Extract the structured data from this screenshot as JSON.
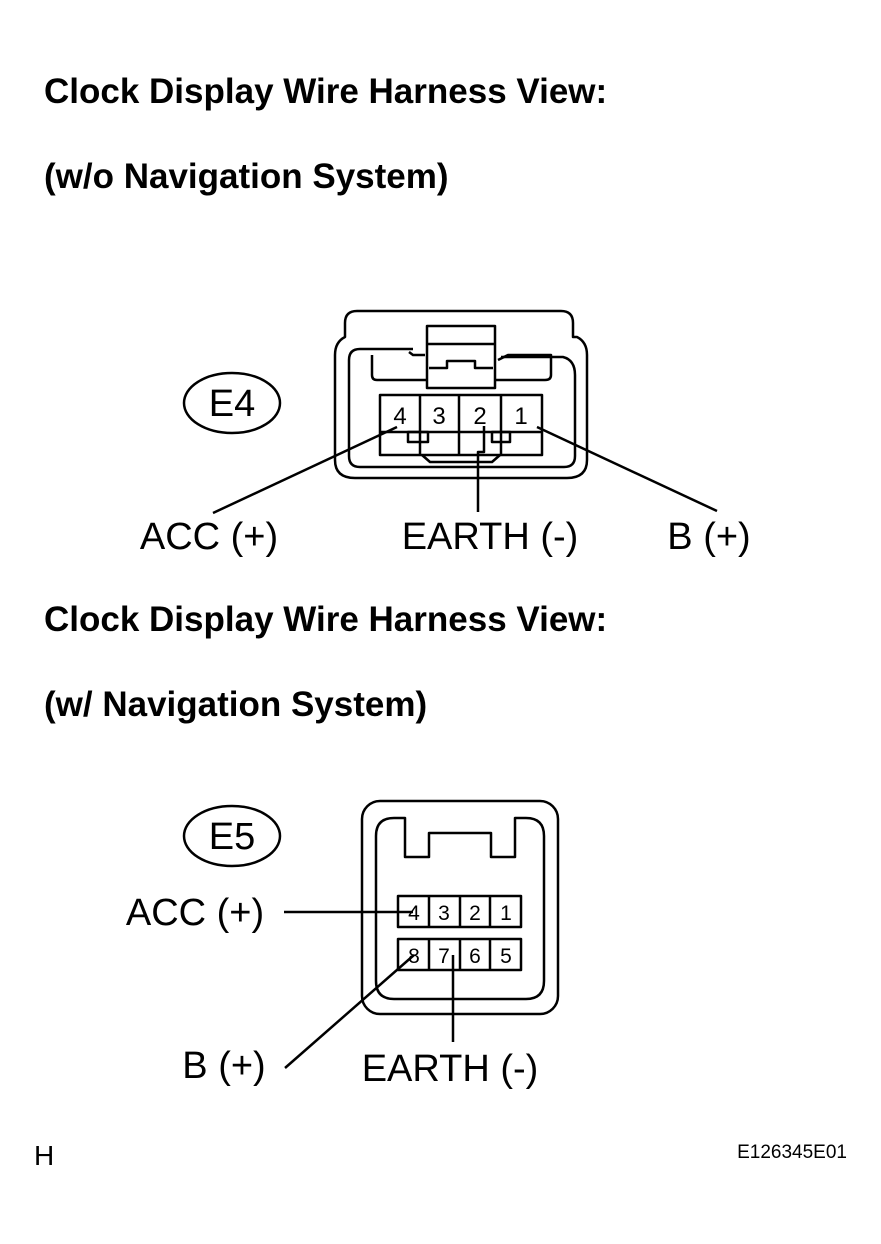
{
  "headings": {
    "section1_title": "Clock Display Wire Harness View:",
    "section1_subtitle": "(w/o Navigation System)",
    "section2_title": "Clock Display Wire Harness View:",
    "section2_subtitle": "(w/ Navigation System)"
  },
  "connector_e4": {
    "id": "E4",
    "pins": [
      "4",
      "3",
      "2",
      "1"
    ],
    "labels": {
      "acc": "ACC (+)",
      "earth": "EARTH (-)",
      "b": "B (+)"
    }
  },
  "connector_e5": {
    "id": "E5",
    "pins_top": [
      "4",
      "3",
      "2",
      "1"
    ],
    "pins_bottom": [
      "8",
      "7",
      "6",
      "5"
    ],
    "labels": {
      "acc": "ACC (+)",
      "b": "B (+)",
      "earth": "EARTH (-)"
    }
  },
  "footer": {
    "page_letter": "H",
    "figure_code": "E126345E01"
  }
}
